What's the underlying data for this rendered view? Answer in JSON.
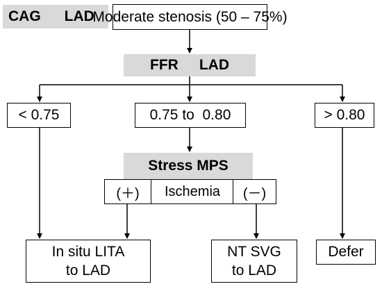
{
  "header": {
    "cag_label": "CAG",
    "lad_label": "LAD",
    "stenosis_label": "Moderate stenosis (50 – 75%)"
  },
  "ffr": {
    "label": "FFR",
    "vessel": "LAD"
  },
  "branches": {
    "low": "< 0.75",
    "mid": "0.75 to  0.80",
    "high": "> 0.80"
  },
  "stress": {
    "label": "Stress MPS"
  },
  "ischemia": {
    "positive": "(＋)",
    "label": "Ischemia",
    "negative": "(－)"
  },
  "outcomes": {
    "lita_line1": "In situ LITA",
    "lita_line2": "to LAD",
    "svg_line1": "NT SVG",
    "svg_line2": "to LAD",
    "defer": "Defer"
  },
  "colors": {
    "grey_box": "#d9d9d9",
    "line": "#000000"
  }
}
